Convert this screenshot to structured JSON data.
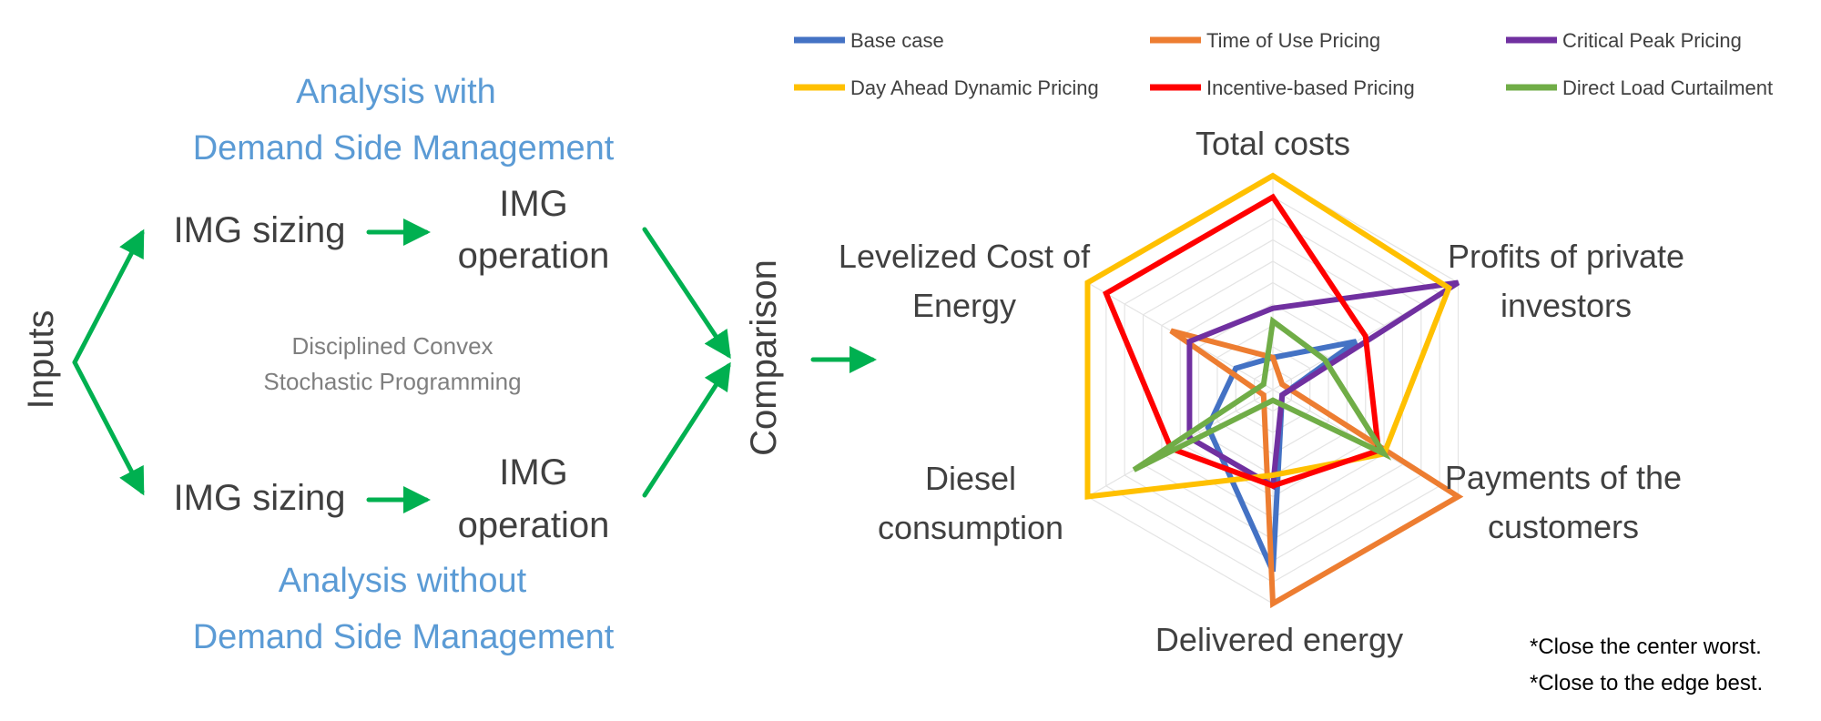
{
  "diagram": {
    "inputs_label": "Inputs",
    "with_dsm": {
      "title_line1": "Analysis with",
      "title_line2": "Demand Side Management",
      "sizing": "IMG sizing",
      "operation_line1": "IMG",
      "operation_line2": "operation"
    },
    "without_dsm": {
      "title_line1": "Analysis without",
      "title_line2": "Demand Side Management",
      "sizing": "IMG sizing",
      "operation_line1": "IMG",
      "operation_line2": "operation"
    },
    "method_line1": "Disciplined Convex",
    "method_line2": "Stochastic Programming",
    "comparison_label": "Comparison",
    "arrow_color": "#00b050",
    "title_color": "#5b9bd5"
  },
  "notes": [
    "*Close the center worst.",
    "*Close to the edge best."
  ],
  "chart_data": {
    "type": "radar",
    "axes": [
      "Total costs",
      "Profits of private investors",
      "Payments of the customers",
      "Delivered energy",
      "Diesel consumption",
      "Levelized Cost of Energy"
    ],
    "axis_label_lines": [
      [
        "Total costs"
      ],
      [
        "Profits of private",
        "investors"
      ],
      [
        "Payments of the",
        "customers"
      ],
      [
        "Delivered energy"
      ],
      [
        "Diesel",
        "consumption"
      ],
      [
        "Levelized Cost of",
        "Energy"
      ]
    ],
    "range": [
      0,
      1
    ],
    "grid": true,
    "legend_position": "top",
    "series": [
      {
        "name": "Base case",
        "color": "#4472c4",
        "values": [
          0.15,
          0.45,
          0.05,
          0.85,
          0.35,
          0.2
        ]
      },
      {
        "name": "Time of Use Pricing",
        "color": "#ed7d31",
        "values": [
          0.15,
          0.05,
          1.0,
          1.0,
          0.05,
          0.55
        ]
      },
      {
        "name": "Critical Peak Pricing",
        "color": "#7030a0",
        "values": [
          0.38,
          1.0,
          0.05,
          0.45,
          0.45,
          0.45
        ]
      },
      {
        "name": "Day Ahead Dynamic Pricing",
        "color": "#ffc000",
        "values": [
          1.0,
          0.95,
          0.6,
          0.4,
          1.0,
          1.0
        ]
      },
      {
        "name": "Incentive-based Pricing",
        "color": "#ff0000",
        "values": [
          0.9,
          0.5,
          0.57,
          0.45,
          0.55,
          0.9
        ]
      },
      {
        "name": "Direct Load Curtailment",
        "color": "#70ad47",
        "values": [
          0.32,
          0.28,
          0.6,
          0.05,
          0.75,
          0.05
        ]
      }
    ]
  }
}
